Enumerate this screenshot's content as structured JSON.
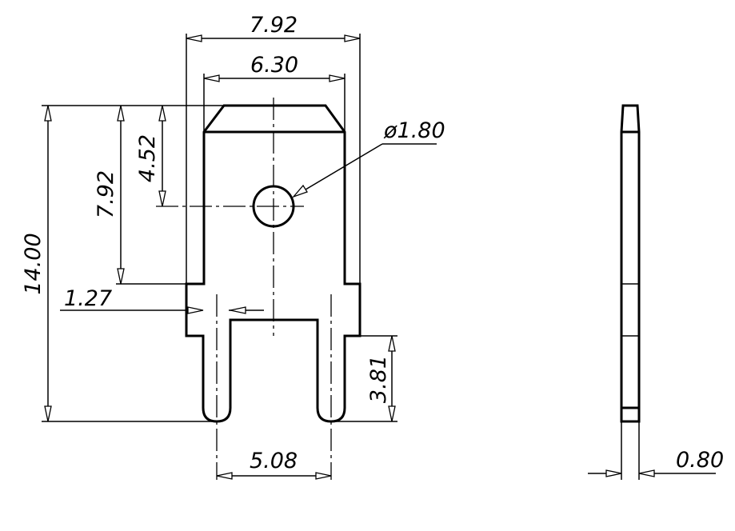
{
  "dimensions": {
    "width_overall": "7.92",
    "width_top": "6.30",
    "hole_diameter": "ø1.80",
    "height_overall": "14.00",
    "height_body": "7.92",
    "hole_from_top": "4.52",
    "tab_offset": "1.27",
    "pin_length": "3.81",
    "pin_spacing": "5.08",
    "thickness": "0.80"
  }
}
